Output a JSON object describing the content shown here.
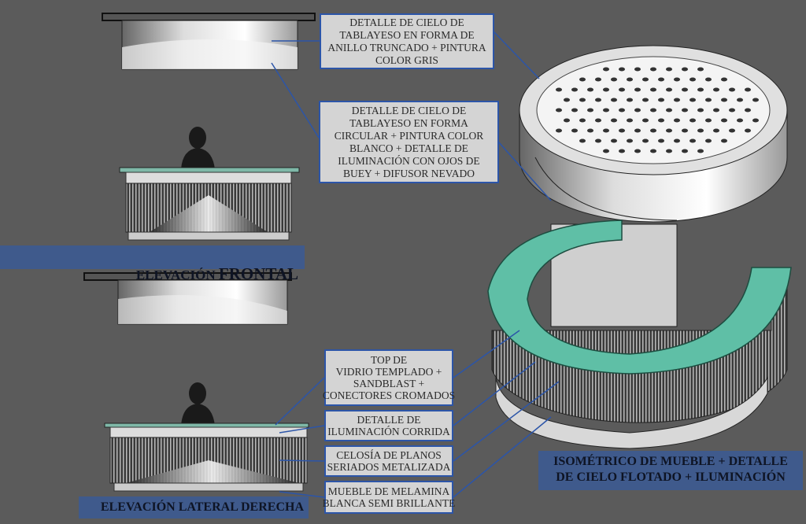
{
  "labels": {
    "ceiling_ring": "DETALLE DE CIELO DE\nTABLAYESO EN FORMA DE\nANILLO TRUNCADO + PINTURA\nCOLOR GRIS",
    "ceiling_circle": "DETALLE DE CIELO DE\nTABLAYESO EN FORMA\nCIRCULAR + PINTURA COLOR\nBLANCO + DETALLE DE\nILUMINACIÓN CON OJOS DE\nBUEY + DIFUSOR NEVADO",
    "glass_top": "TOP DE\nVIDRIO TEMPLADO +\nSANDBLAST +\nCONECTORES CROMADOS",
    "lighting": "DETALLE DE\nILUMINACIÓN CORRIDA",
    "lattice": "CELOSÍA DE PLANOS\nSERIADOS METALIZADA",
    "furniture": "MUEBLE DE MELAMINA\nBLANCA SEMI BRILLANTE"
  },
  "banners": {
    "frontal_prefix": "ELEVACIÓN ",
    "frontal_main": "FRONTAL",
    "lateral": "ELEVACIÓN LATERAL DERECHA",
    "isometric": "ISOMÉTRICO DE MUEBLE + DETALLE\nDE CIELO FLOTADO + ILUMINACIÓN"
  },
  "colors": {
    "background": "#5b5b5b",
    "banner": "#3f5a8c",
    "label_border": "#2c55a8",
    "glass": "#5fbfa6"
  }
}
